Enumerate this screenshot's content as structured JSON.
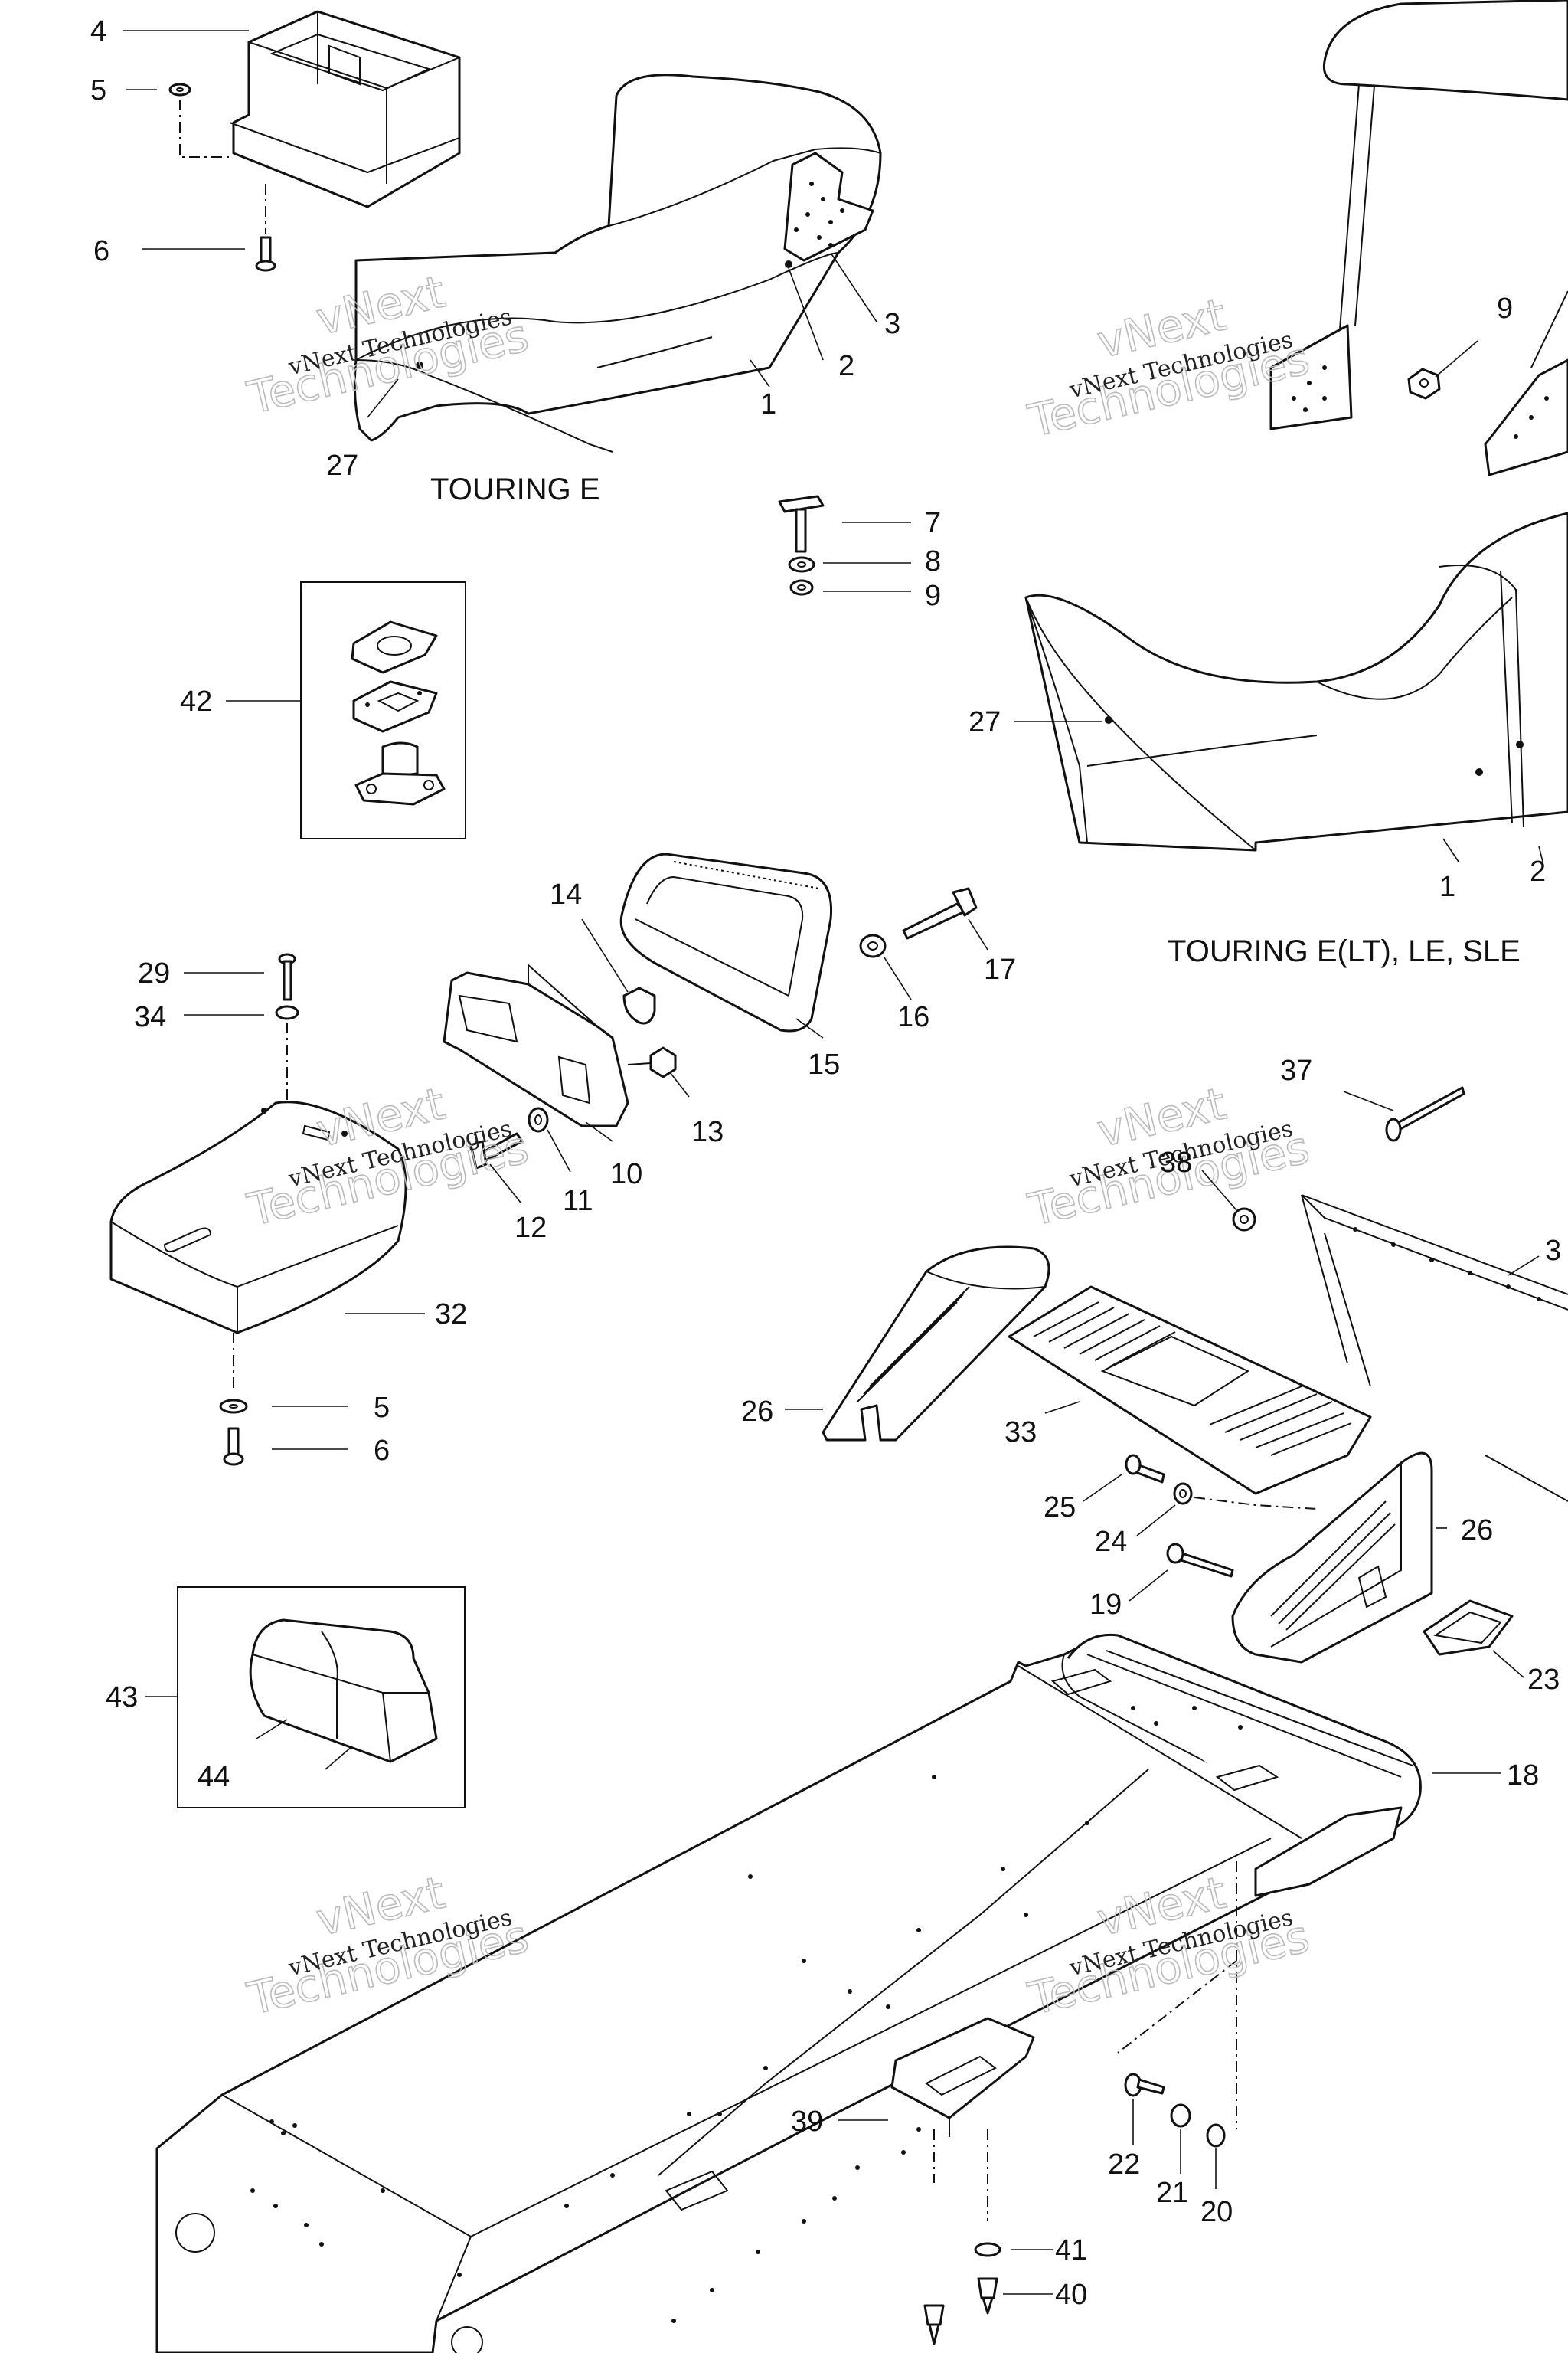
{
  "captions": {
    "touring_e": "TOURING E",
    "touring_elt": "TOURING E(LT), LE, SLE"
  },
  "watermarks": [
    {
      "line1": "vNext",
      "line2": "vNext Technologies",
      "line3": "Technologies"
    },
    {
      "line1": "vNext",
      "line2": "vNext Technologies",
      "line3": "Technologies"
    },
    {
      "line1": "vNext",
      "line2": "vNext Technologies",
      "line3": "Technologies"
    },
    {
      "line1": "vNext",
      "line2": "vNext Technologies",
      "line3": "Technologies"
    },
    {
      "line1": "vNext",
      "line2": "vNext Technologies",
      "line3": "Technologies"
    },
    {
      "line1": "vNext",
      "line2": "vNext Technologies",
      "line3": "Technologies"
    }
  ],
  "callouts": [
    "4",
    "5",
    "6",
    "27",
    "2",
    "3",
    "1",
    "9",
    "7",
    "8",
    "9",
    "42",
    "27",
    "1",
    "2",
    "14",
    "17",
    "16",
    "15",
    "29",
    "34",
    "13",
    "10",
    "11",
    "12",
    "37",
    "38",
    "3",
    "32",
    "5",
    "6",
    "26",
    "33",
    "25",
    "24",
    "26",
    "19",
    "23",
    "43",
    "44",
    "18",
    "39",
    "22",
    "21",
    "20",
    "41",
    "40"
  ],
  "colors": {
    "line": "#111111",
    "background": "#ffffff",
    "watermark_outline": "#bbbbbb"
  }
}
